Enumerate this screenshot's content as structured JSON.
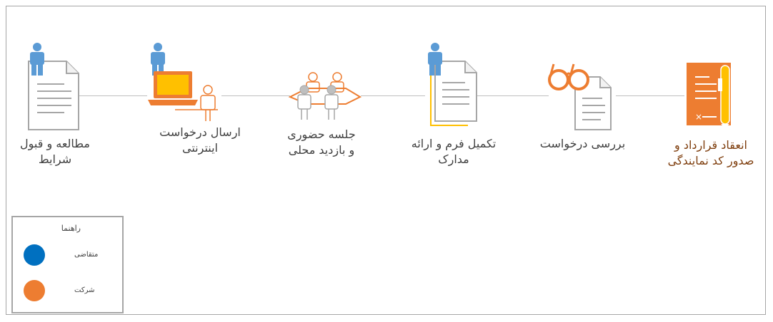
{
  "colors": {
    "applicant": "#0070c0",
    "company": "#ed7d31",
    "person_blue": "#5b9bd5",
    "gray": "#a6a6a6",
    "yellow": "#ffc000"
  },
  "steps": [
    {
      "icon": "document-with-person-icon",
      "lines": [
        "مطالعه  و قبول",
        "شرایط"
      ]
    },
    {
      "icon": "laptop-with-person-icon",
      "lines": [
        "ارسال درخواست",
        "اینترنتی"
      ]
    },
    {
      "icon": "meeting-icon",
      "lines": [
        "جلسه حضوری",
        "و بازدید محلی"
      ]
    },
    {
      "icon": "form-document-icon",
      "lines": [
        "تکمیل فرم و ارائه",
        "مدارک"
      ]
    },
    {
      "icon": "glasses-document-icon",
      "lines": [
        "بررسی درخواست"
      ]
    },
    {
      "icon": "contract-pen-icon",
      "lines": [
        "انعقاد قرارداد و",
        "صدور کد نمایندگی"
      ]
    }
  ],
  "legend": {
    "title": "راهنما",
    "items": [
      {
        "label": "متقاضی",
        "color": "#0070c0"
      },
      {
        "label": "شرکت",
        "color": "#ed7d31"
      }
    ]
  }
}
